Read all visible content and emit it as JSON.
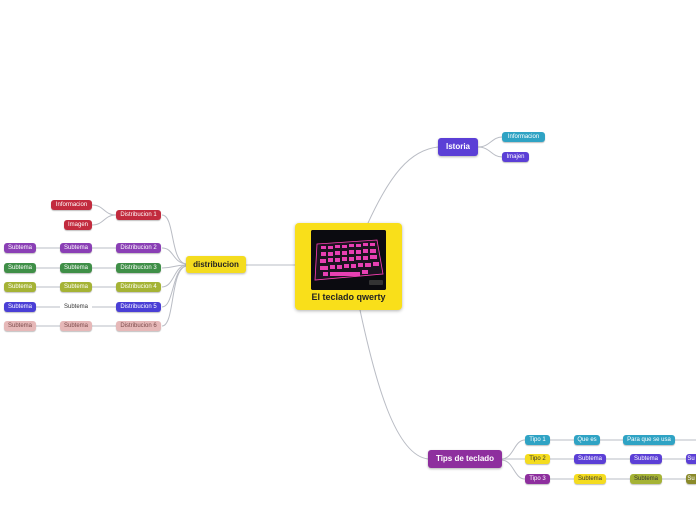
{
  "central": {
    "title": "El teclado qwerty",
    "image": "pink-illuminated-keyboard",
    "color": "#f9df1a"
  },
  "branches": {
    "istoria": {
      "label": "Istoria",
      "color": "#5b3fd6",
      "children": [
        {
          "label": "Informacion",
          "color": "#2fa3c4"
        },
        {
          "label": "Imajen",
          "color": "#5b3fd6"
        }
      ]
    },
    "distribucion": {
      "label": "distribucion",
      "color": "#f4dc1f",
      "rows": [
        {
          "label": "Distribucion 1",
          "color": "#c22b3e",
          "children": [
            {
              "label": "Informacion",
              "color": "#c22b3e"
            },
            {
              "label": "Imagen",
              "color": "#c22b3e"
            }
          ]
        },
        {
          "label": "Distribucion 2",
          "color": "#8a3fb5",
          "children": [
            {
              "label": "Subtema",
              "color": "#8a3fb5"
            },
            {
              "label": "Subtema",
              "color": "#8a3fb5"
            }
          ]
        },
        {
          "label": "Distribucion 3",
          "color": "#3f8f47",
          "children": [
            {
              "label": "Subtema",
              "color": "#3f8f47"
            },
            {
              "label": "Subtema",
              "color": "#3f8f47"
            }
          ]
        },
        {
          "label": "Distribucion 4",
          "color": "#a5b335",
          "children": [
            {
              "label": "Subtema",
              "color": "#a5b335"
            },
            {
              "label": "Subtema",
              "color": "#a5b335"
            }
          ]
        },
        {
          "label": "Distribucion 5",
          "color": "#4a3fd6",
          "children": [
            {
              "label": "Subtema",
              "color": ""
            },
            {
              "label": "Subtema",
              "color": "#4a3fd6"
            }
          ]
        },
        {
          "label": "Distribucion 6",
          "color": "#e6b8b8",
          "children": [
            {
              "label": "Subtema",
              "color": "#e6b8b8"
            },
            {
              "label": "Subtema",
              "color": "#e6b8b8"
            }
          ]
        }
      ]
    },
    "tips": {
      "label": "Tips de teclado",
      "color": "#8e2f9e",
      "rows": [
        {
          "label": "Tipo 1",
          "color": "#2fa3c4",
          "children": [
            {
              "label": "Que es",
              "color": "#2fa3c4"
            },
            {
              "label": "Para que se usa",
              "color": "#2fa3c4"
            }
          ]
        },
        {
          "label": "Tipo 2",
          "color": "#f4dc1f",
          "children": [
            {
              "label": "Subtema",
              "color": "#5b3fd6"
            },
            {
              "label": "Subtema",
              "color": "#5b3fd6"
            },
            {
              "label": "Su",
              "color": "#5b3fd6"
            }
          ]
        },
        {
          "label": "Tipo 3",
          "color": "#8e2f9e",
          "children": [
            {
              "label": "Subtema",
              "color": "#f4dc1f"
            },
            {
              "label": "Subtema",
              "color": "#a5b335"
            },
            {
              "label": "Su",
              "color": "#8a8a2a"
            }
          ]
        }
      ]
    }
  }
}
